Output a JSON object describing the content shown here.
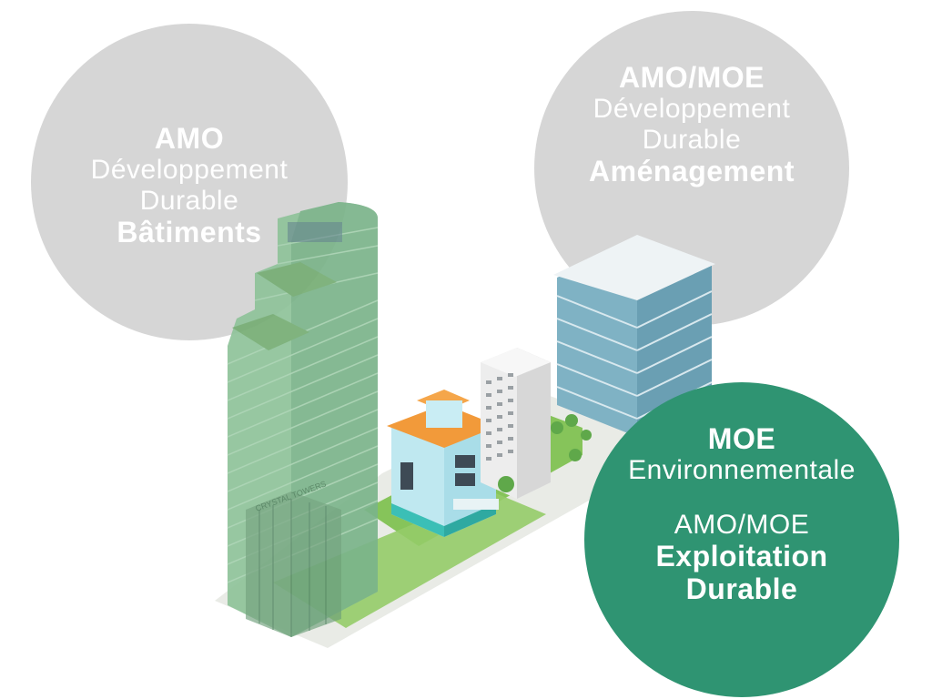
{
  "circles": {
    "amo_batiments": {
      "title": "AMO",
      "line1": "Développement",
      "line2": "Durable",
      "line3": "Bâtiments"
    },
    "amo_moe_amenagement": {
      "title": "AMO/MOE",
      "line1": "Développement",
      "line2": "Durable",
      "line3": "Aménagement"
    },
    "moe_environnementale": {
      "title": "MOE",
      "line1": "Environnementale",
      "line2": "AMO/MOE",
      "line3": "Exploitation",
      "line4": "Durable"
    }
  },
  "colors": {
    "gray_circle": "#d6d6d6",
    "green_circle": "#2f9472",
    "text": "#ffffff"
  },
  "illustration": {
    "tower_sign": "CRYSTAL TOWERS"
  }
}
